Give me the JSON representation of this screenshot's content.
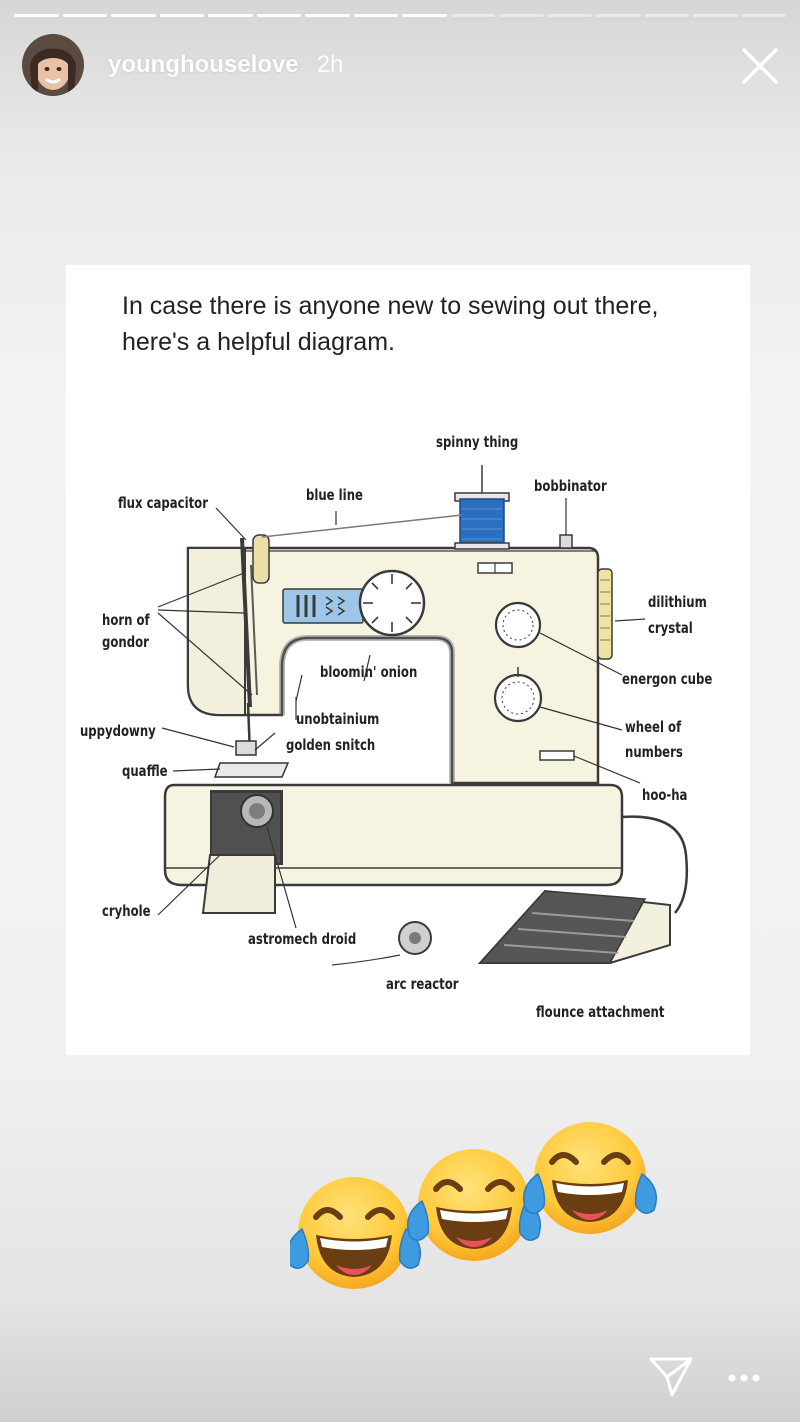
{
  "story": {
    "username": "younghouselove",
    "timestamp": "2h",
    "progress": {
      "segments": 16,
      "completed": 9
    }
  },
  "post": {
    "caption_line1": "In case there is anyone new to sewing out there,",
    "caption_line2": "here's a helpful diagram."
  },
  "diagram_labels": {
    "spinny_thing": "spinny thing",
    "blue_line": "blue line",
    "bobbinator": "bobbinator",
    "flux_capacitor": "flux capacitor",
    "horn_of_1": "horn of",
    "horn_of_2": "gondor",
    "dilithium_1": "dilithium",
    "dilithium_2": "crystal",
    "bloomin_onion": "bloomin' onion",
    "energon_cube": "energon cube",
    "unobtainium": "unobtainium",
    "golden_snitch": "golden snitch",
    "uppydowny": "uppydowny",
    "quaffle": "quaffle",
    "wheel_1": "wheel of",
    "wheel_2": "numbers",
    "hoo_ha": "hoo-ha",
    "cryhole": "cryhole",
    "astromech_droid": "astromech droid",
    "arc_reactor": "arc reactor",
    "flounce_attachment": "flounce attachment"
  },
  "stickers": {
    "emoji": "face-with-tears-of-joy",
    "count": 3
  },
  "icons": {
    "close": "close-icon",
    "send": "send-icon",
    "more": "more-icon"
  },
  "colors": {
    "machine_blue": "#2a6fc0",
    "emoji_yellow": "#ffc93a"
  }
}
